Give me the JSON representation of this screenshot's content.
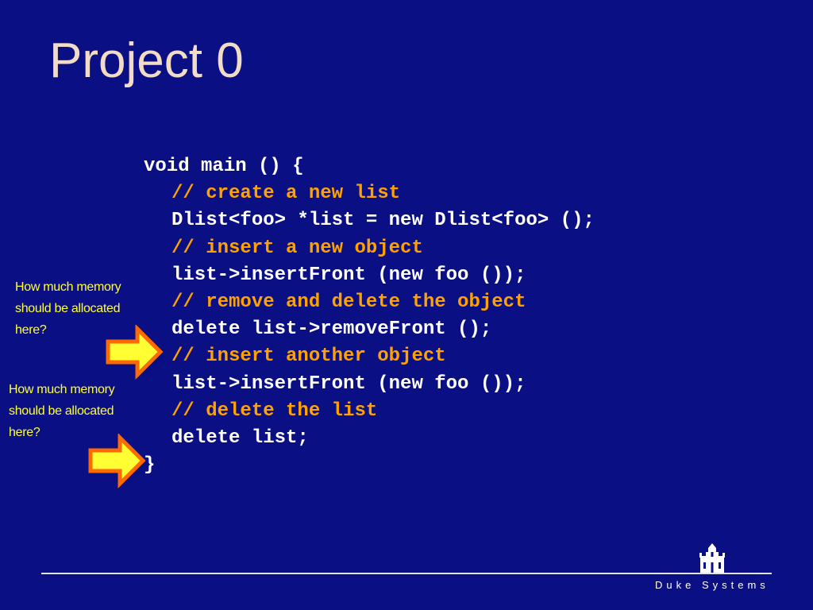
{
  "slide": {
    "title": "Project 0",
    "code_lines": [
      {
        "text": "void main () {",
        "kind": "normal",
        "indent": 0
      },
      {
        "text": "// create a new list",
        "kind": "comment",
        "indent": 1
      },
      {
        "text": "Dlist<foo> *list = new Dlist<foo> ();",
        "kind": "normal",
        "indent": 1
      },
      {
        "text": "// insert a new object",
        "kind": "comment",
        "indent": 1
      },
      {
        "text": "list->insertFront (new foo ());",
        "kind": "normal",
        "indent": 1
      },
      {
        "text": "// remove and delete the object",
        "kind": "comment",
        "indent": 1
      },
      {
        "text": "delete list->removeFront ();",
        "kind": "normal",
        "indent": 1
      },
      {
        "text": "// insert another object",
        "kind": "comment",
        "indent": 1
      },
      {
        "text": "list->insertFront (new foo ());",
        "kind": "normal",
        "indent": 1
      },
      {
        "text": "// delete the list",
        "kind": "comment",
        "indent": 1
      },
      {
        "text": "delete list;",
        "kind": "normal",
        "indent": 1
      },
      {
        "text": "}",
        "kind": "normal",
        "indent": 0
      }
    ],
    "notes": [
      {
        "lines": [
          "How much memory",
          "should be allocated",
          "here?"
        ]
      },
      {
        "lines": [
          "How much memory",
          "should be allocated",
          "here?"
        ]
      }
    ],
    "footer": {
      "brand": "Duke Systems",
      "logo_icon": "duke-chapel-icon"
    },
    "colors": {
      "background": "#0a0f84",
      "title": "#f2dcc5",
      "code": "#ffffff",
      "comment": "#ffa200",
      "note": "#ffff33",
      "arrow_fill": "#ffff33",
      "arrow_border": "#ff6a00"
    }
  }
}
